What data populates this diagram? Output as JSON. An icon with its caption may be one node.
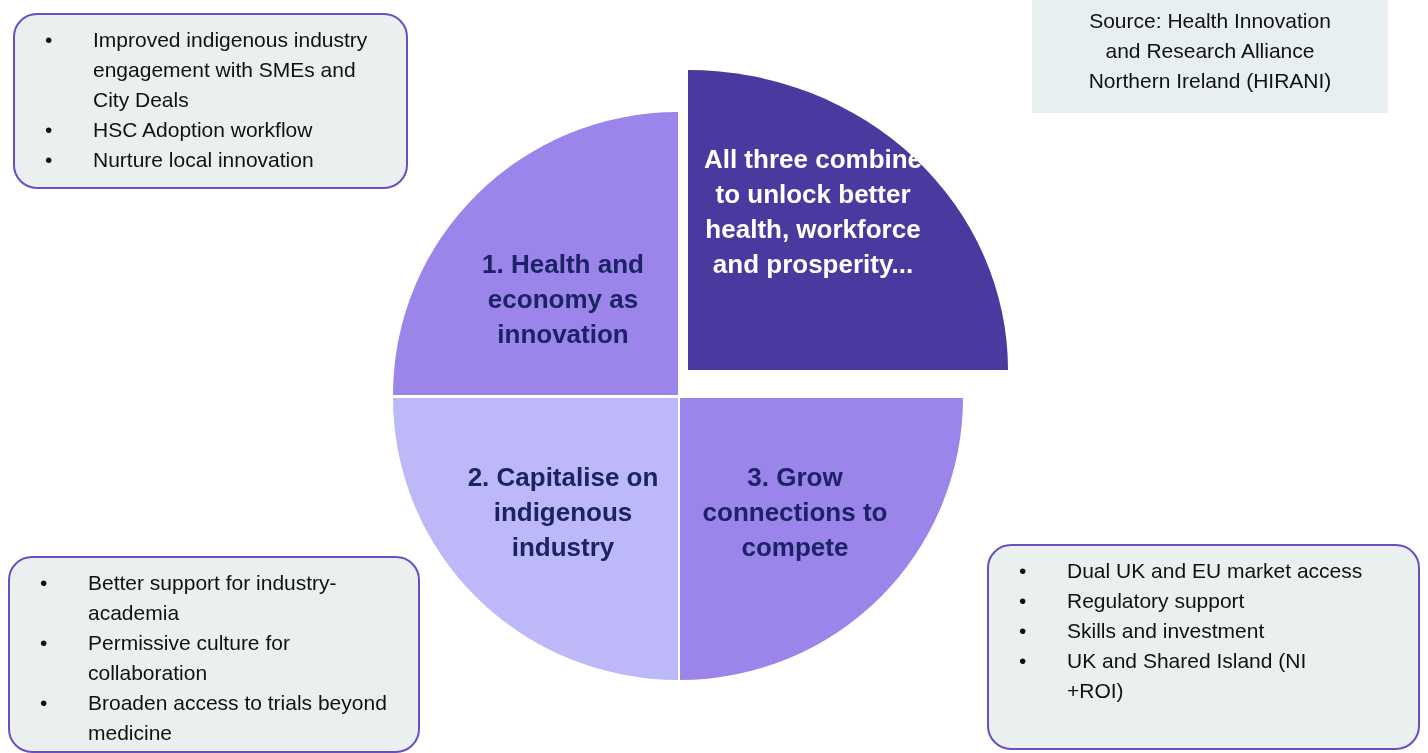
{
  "diagram": {
    "nodes": [
      {
        "text": [
          "• Improved indigenous industry engagement with SMEs and City Deals",
          "• HSC Adoption workflow",
          "• Nurture local innovation"
        ]
      },
      {
        "text": [
          "1. Health and economy as innovation"
        ]
      },
      {
        "text": [
          "All three combine to unlock better health, workforce and prosperity..."
        ]
      },
      {
        "text": [
          "2. Capitalise on indigenous industry"
        ]
      },
      {
        "text": [
          "3. Grow connections to compete"
        ]
      },
      {
        "text": [
          "• Better support for industry-academia",
          "• Permissive culture for collaboration",
          "• Broaden access to trials beyond medicine"
        ]
      },
      {
        "text": [
          "• Dual UK and EU market access",
          "• Regulatory support",
          "• Skills and investment",
          "• UK and Shared Island (NI +ROI)"
        ]
      }
    ],
    "edges": [],
    "labels": [
      "Source: Health Innovation and Research Alliance Northern Ireland (HIRANI)"
    ]
  }
}
